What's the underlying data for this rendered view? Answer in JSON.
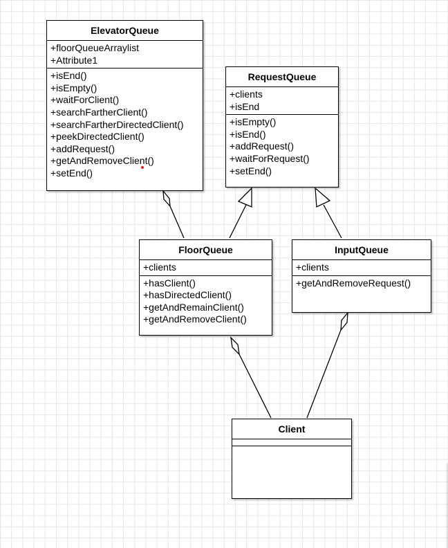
{
  "diagram": {
    "classes": {
      "elevator_queue": {
        "name": "ElevatorQueue",
        "attributes": [
          "+floorQueueArraylist",
          "+Attribute1"
        ],
        "methods": [
          "+isEnd()",
          "+isEmpty()",
          "+waitForClient()",
          "+searchFartherClient()",
          "+searchFartherDirectedClient()",
          "+peekDirectedClient()",
          "+addRequest()",
          "+getAndRemoveClient()",
          "+setEnd()"
        ]
      },
      "request_queue": {
        "name": "RequestQueue",
        "attributes": [
          "+clients",
          "+isEnd"
        ],
        "methods": [
          "+isEmpty()",
          "+isEnd()",
          "+addRequest()",
          "+waitForRequest()",
          "+setEnd()"
        ]
      },
      "floor_queue": {
        "name": "FloorQueue",
        "attributes": [
          "+clients"
        ],
        "methods": [
          "+hasClient()",
          "+hasDirectedClient()",
          "+getAndRemainClient()",
          "+getAndRemoveClient()"
        ]
      },
      "input_queue": {
        "name": "InputQueue",
        "attributes": [
          "+clients"
        ],
        "methods": [
          "+getAndRemoveRequest()"
        ]
      },
      "client": {
        "name": "Client",
        "attributes": [],
        "methods": []
      }
    },
    "relationships": [
      {
        "type": "aggregation",
        "whole": "ElevatorQueue",
        "part": "FloorQueue"
      },
      {
        "type": "generalization",
        "parent": "RequestQueue",
        "child": "FloorQueue"
      },
      {
        "type": "generalization",
        "parent": "RequestQueue",
        "child": "InputQueue"
      },
      {
        "type": "aggregation",
        "whole": "FloorQueue",
        "part": "Client"
      },
      {
        "type": "aggregation",
        "whole": "InputQueue",
        "part": "Client"
      }
    ],
    "colors": {
      "line": "#000000",
      "grid": "#e6e6e6",
      "background": "#ffffff",
      "marker": "#e02020"
    }
  }
}
